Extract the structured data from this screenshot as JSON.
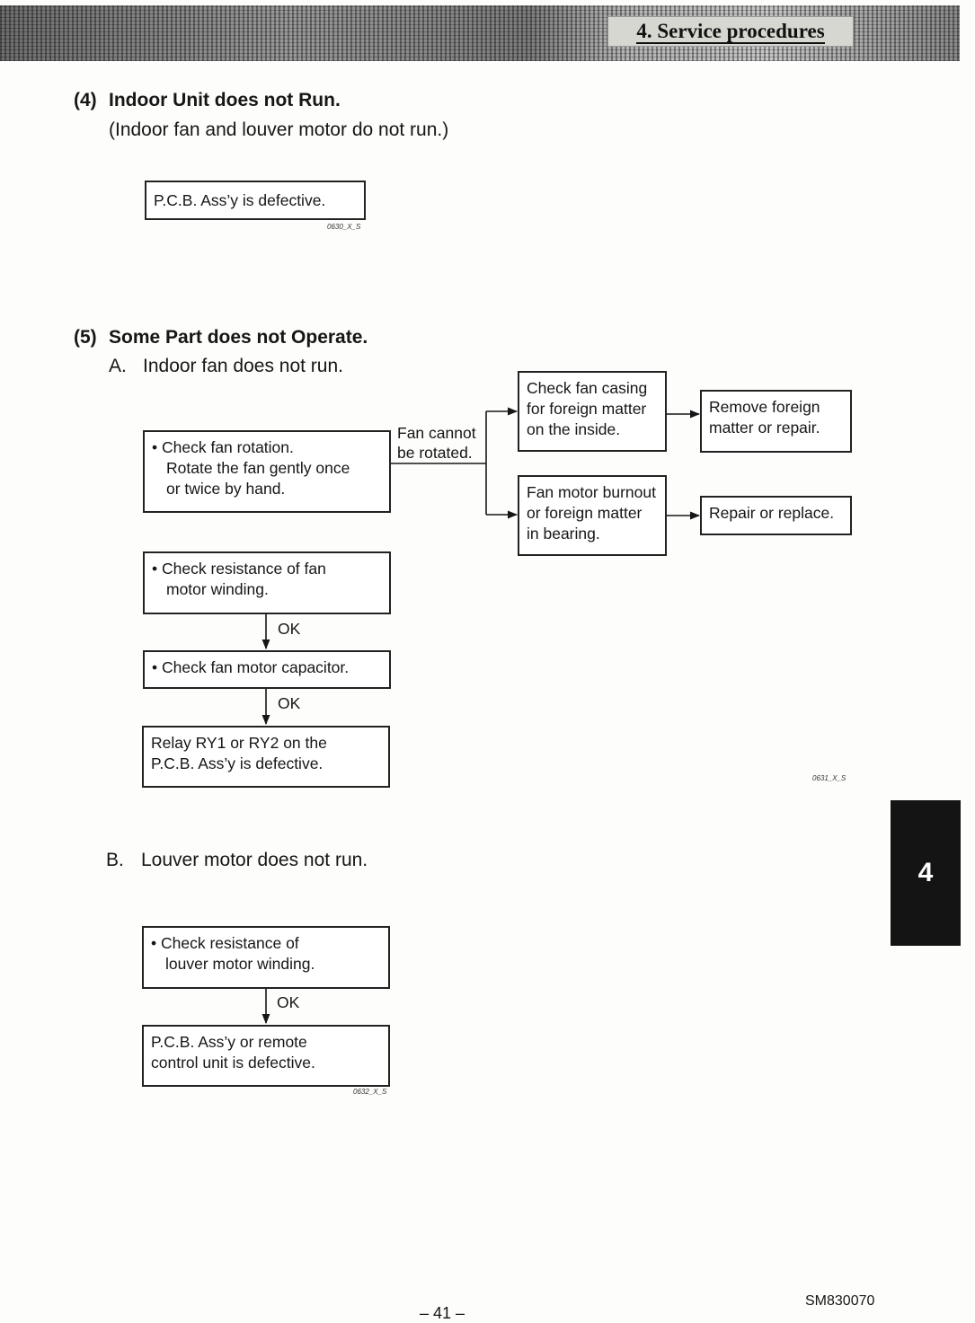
{
  "header": {
    "section_title": "4. Service procedures"
  },
  "side_tab": {
    "number": "4"
  },
  "section4": {
    "number": "(4)",
    "title": "Indoor Unit does not Run.",
    "subtitle": "(Indoor fan and louver motor do not run.)",
    "box": "P.C.B. Ass’y is defective.",
    "code": "0630_X_S"
  },
  "section5": {
    "number": "(5)",
    "title": "Some Part does not Operate.",
    "partA": {
      "letter": "A.",
      "title": "Indoor fan does not run.",
      "check_rotation": {
        "line1": "• Check fan rotation.",
        "line2": "Rotate the fan gently once",
        "line3": "or twice by hand."
      },
      "fan_cannot_label": {
        "line1": "Fan cannot",
        "line2": "be rotated."
      },
      "check_casing": {
        "line1": "Check fan casing",
        "line2": "for foreign matter",
        "line3": "on the inside."
      },
      "remove_foreign": {
        "line1": "Remove foreign",
        "line2": "matter or repair."
      },
      "motor_burnout": {
        "line1": "Fan motor burnout",
        "line2": "or foreign matter",
        "line3": "in bearing."
      },
      "repair_replace": "Repair or replace.",
      "check_resistance": {
        "line1": "• Check resistance of fan",
        "line2": "motor winding."
      },
      "ok1": "OK",
      "check_capacitor": "• Check fan motor capacitor.",
      "ok2": "OK",
      "relay": {
        "line1": "Relay RY1 or RY2 on the",
        "line2": "P.C.B. Ass’y is defective."
      },
      "code": "0631_X_S"
    },
    "partB": {
      "letter": "B.",
      "title": "Louver motor does not run.",
      "check_louver": {
        "line1": "• Check resistance of",
        "line2": "louver motor winding."
      },
      "ok": "OK",
      "pcb_remote": {
        "line1": "P.C.B. Ass’y or remote",
        "line2": "control unit is defective."
      },
      "code": "0632_X_S"
    }
  },
  "footer": {
    "page": "– 41 –",
    "doc_id": "SM830070"
  }
}
